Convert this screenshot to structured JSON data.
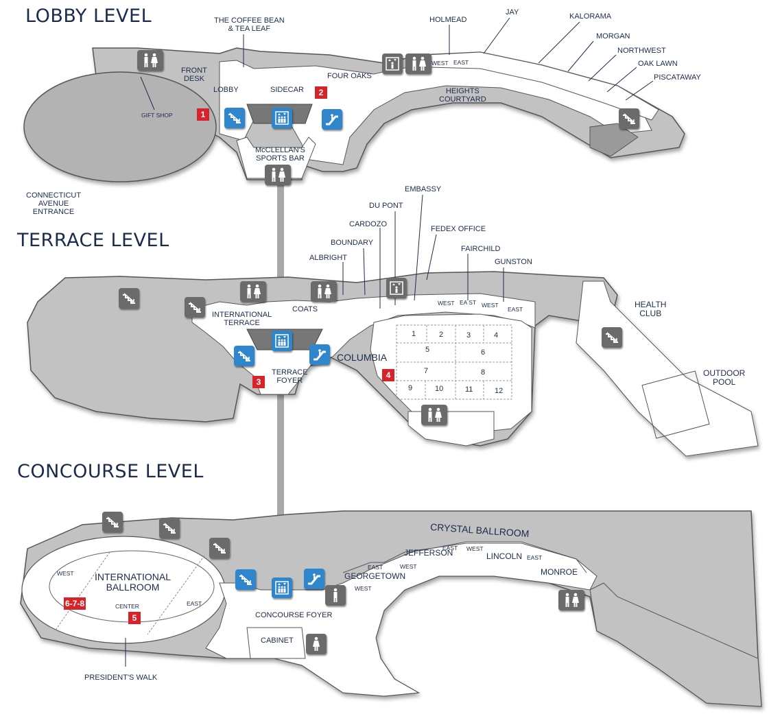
{
  "levels": {
    "lobby": "LOBBY LEVEL",
    "terrace": "TERRACE LEVEL",
    "concourse": "CONCOURSE LEVEL"
  },
  "lobby": {
    "coffee_bean_1": "THE COFFEE BEAN",
    "coffee_bean_2": "& TEA LEAF",
    "front_desk_1": "FRONT",
    "front_desk_2": "DESK",
    "lobby": "LOBBY",
    "sidecar": "SIDECAR",
    "four_oaks": "FOUR OAKS",
    "gift_shop": "GIFT SHOP",
    "mcclellans_1": "McCLELLAN'S",
    "mcclellans_2": "SPORTS BAR",
    "connecticut_1": "CONNECTICUT",
    "connecticut_2": "AVENUE",
    "connecticut_3": "ENTRANCE",
    "heights_1": "HEIGHTS",
    "heights_2": "COURTYARD",
    "holmead": "HOLMEAD",
    "west": "WEST",
    "east": "EAST",
    "jay": "JAY",
    "kalorama": "KALORAMA",
    "morgan": "MORGAN",
    "northwest": "NORTHWEST",
    "oak_lawn": "OAK LAWN",
    "piscataway": "PISCATAWAY",
    "marker_1": "1",
    "marker_2": "2"
  },
  "terrace": {
    "embassy": "EMBASSY",
    "du_pont": "DU PONT",
    "cardozo": "CARDOZO",
    "fedex": "FEDEX OFFICE",
    "boundary": "BOUNDARY",
    "fairchild": "FAIRCHILD",
    "albright": "ALBRIGHT",
    "gunston": "GUNSTON",
    "coats": "COATS",
    "intl_terrace_1": "INTERNATIONAL",
    "intl_terrace_2": "TERRACE",
    "terrace_foyer_1": "TERRACE",
    "terrace_foyer_2": "FOYER",
    "columbia": "COLUMBIA",
    "health_club_1": "HEALTH",
    "health_club_2": "CLUB",
    "outdoor_pool_1": "OUTDOOR",
    "outdoor_pool_2": "POOL",
    "west_a": "WEST",
    "ea_st": "EA ST",
    "west_b": "WEST",
    "east": "EAST",
    "marker_3": "3",
    "marker_4": "4",
    "columbia_rooms": [
      "1",
      "2",
      "3",
      "4",
      "5",
      "6",
      "7",
      "8",
      "9",
      "10",
      "11",
      "12"
    ]
  },
  "concourse": {
    "crystal_ballroom": "CRYSTAL BALLROOM",
    "jefferson": "JEFFERSON",
    "lincoln": "LINCOLN",
    "monroe": "MONROE",
    "georgetown": "GEORGETOWN",
    "east_1": "EAST",
    "west_1": "WEST",
    "east_2": "EAST",
    "west_2": "WEST",
    "east_3": "EAST",
    "west_3": "WEST",
    "intl_ballroom_1": "INTERNATIONAL",
    "intl_ballroom_2": "BALLROOM",
    "ib_west": "WEST",
    "ib_center": "CENTER",
    "ib_east": "EAST",
    "concourse_foyer": "CONCOURSE FOYER",
    "cabinet": "CABINET",
    "presidents_walk": "PRESIDENT'S WALK",
    "marker_5": "5",
    "marker_678": "6-7-8"
  },
  "icons": {
    "restroom": "restroom-icon",
    "stairs": "stairs-icon",
    "elevator": "elevator-icon",
    "escalator": "escalator-icon",
    "colors": {
      "gray": "#6b6b6b",
      "blue": "#2f86cd",
      "marker": "#d8232a",
      "floor": "#c0c0c0",
      "text": "#1b2b4b"
    }
  }
}
